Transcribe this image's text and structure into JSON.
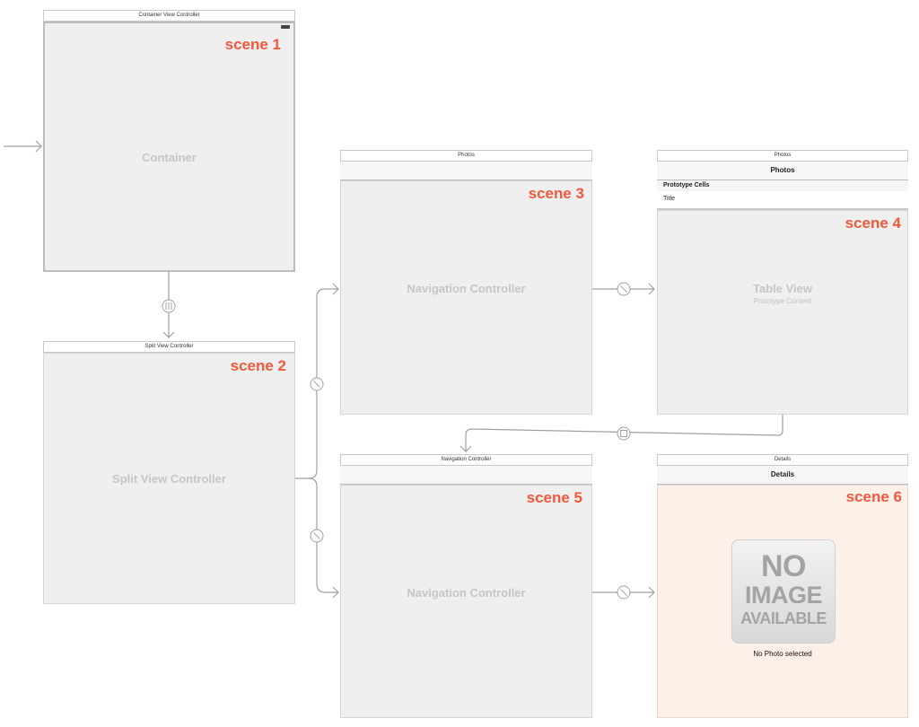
{
  "scene1": {
    "title": "Container View Controller",
    "label": "scene 1",
    "content": "Container"
  },
  "scene2": {
    "title": "Split View Controller",
    "label": "scene 2",
    "content": "Split View Controller"
  },
  "scene3": {
    "title": "Photos",
    "label": "scene 3",
    "content": "Navigation Controller"
  },
  "scene4": {
    "title": "Photos",
    "nav_title": "Photos",
    "section_header": "Prototype Cells",
    "cell_label": "Title",
    "label": "scene 4",
    "content": "Table View",
    "subcontent": "Prototype Content"
  },
  "scene5": {
    "title": "Navigation Controller",
    "label": "scene 5",
    "content": "Navigation Controller"
  },
  "scene6": {
    "title": "Details",
    "nav_title": "Details",
    "label": "scene 6",
    "image_text": [
      "NO",
      "IMAGE",
      "AVAILABLE"
    ],
    "caption": "No Photo selected"
  },
  "colors": {
    "scene_label": "#f1583c",
    "canvas": "#efefef",
    "detail_canvas": "#fdf0e8",
    "connector": "#a0a0a0"
  }
}
